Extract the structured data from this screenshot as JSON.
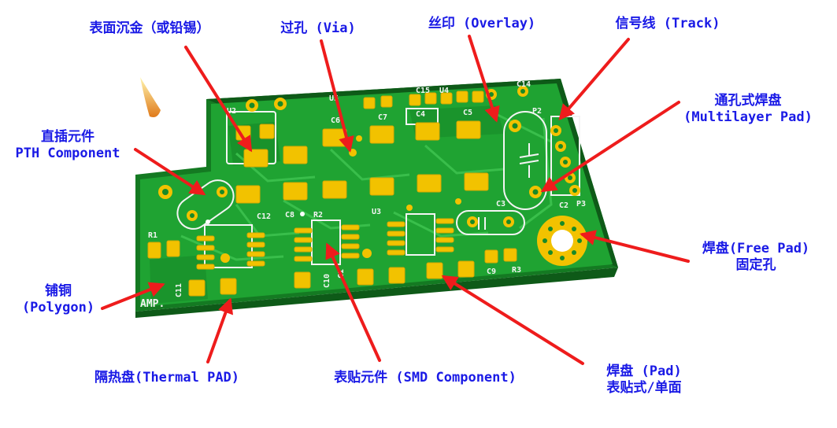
{
  "labels": {
    "surface_finish": "表面沉金（或铅锡）",
    "via": "过孔 (Via)",
    "overlay": "丝印 (Overlay)",
    "track": "信号线 (Track)",
    "multilayer_pad_line1": "通孔式焊盘",
    "multilayer_pad_line2": "(Multilayer Pad)",
    "pth_line1": "直插元件",
    "pth_line2": "PTH Component",
    "free_pad_line1": "焊盘(Free Pad)",
    "free_pad_line2": "固定孔",
    "polygon_line1": "铺铜",
    "polygon_line2": "(Polygon)",
    "thermal_pad": "隔热盘(Thermal PAD)",
    "smd_component": "表贴元件 (SMD Component)",
    "pad_line1": "焊盘 (Pad)",
    "pad_line2": "表贴式/单面"
  },
  "silkscreen": {
    "u2": "U2",
    "u3": "U3",
    "u4": "U4",
    "u5": "U5",
    "c1": "C1",
    "c2": "C2",
    "c3": "C3",
    "c4": "C4",
    "c5": "C5",
    "c6": "C6",
    "c7": "C7",
    "c8": "C8",
    "c9": "C9",
    "c10": "C10",
    "c11": "C11",
    "c12": "C12",
    "c14": "C14",
    "c15": "C15",
    "r1": "R1",
    "r2": "R2",
    "r3": "R3",
    "p2": "P2",
    "p3": "P3",
    "amp": "AMP."
  },
  "colors": {
    "board_green": "#1fa332",
    "board_dark": "#147a22",
    "pad_gold": "#f2c200",
    "silk_white": "#f4f4f4",
    "arrow_red": "#ee1c1c",
    "label_blue": "#1a1ae6"
  }
}
